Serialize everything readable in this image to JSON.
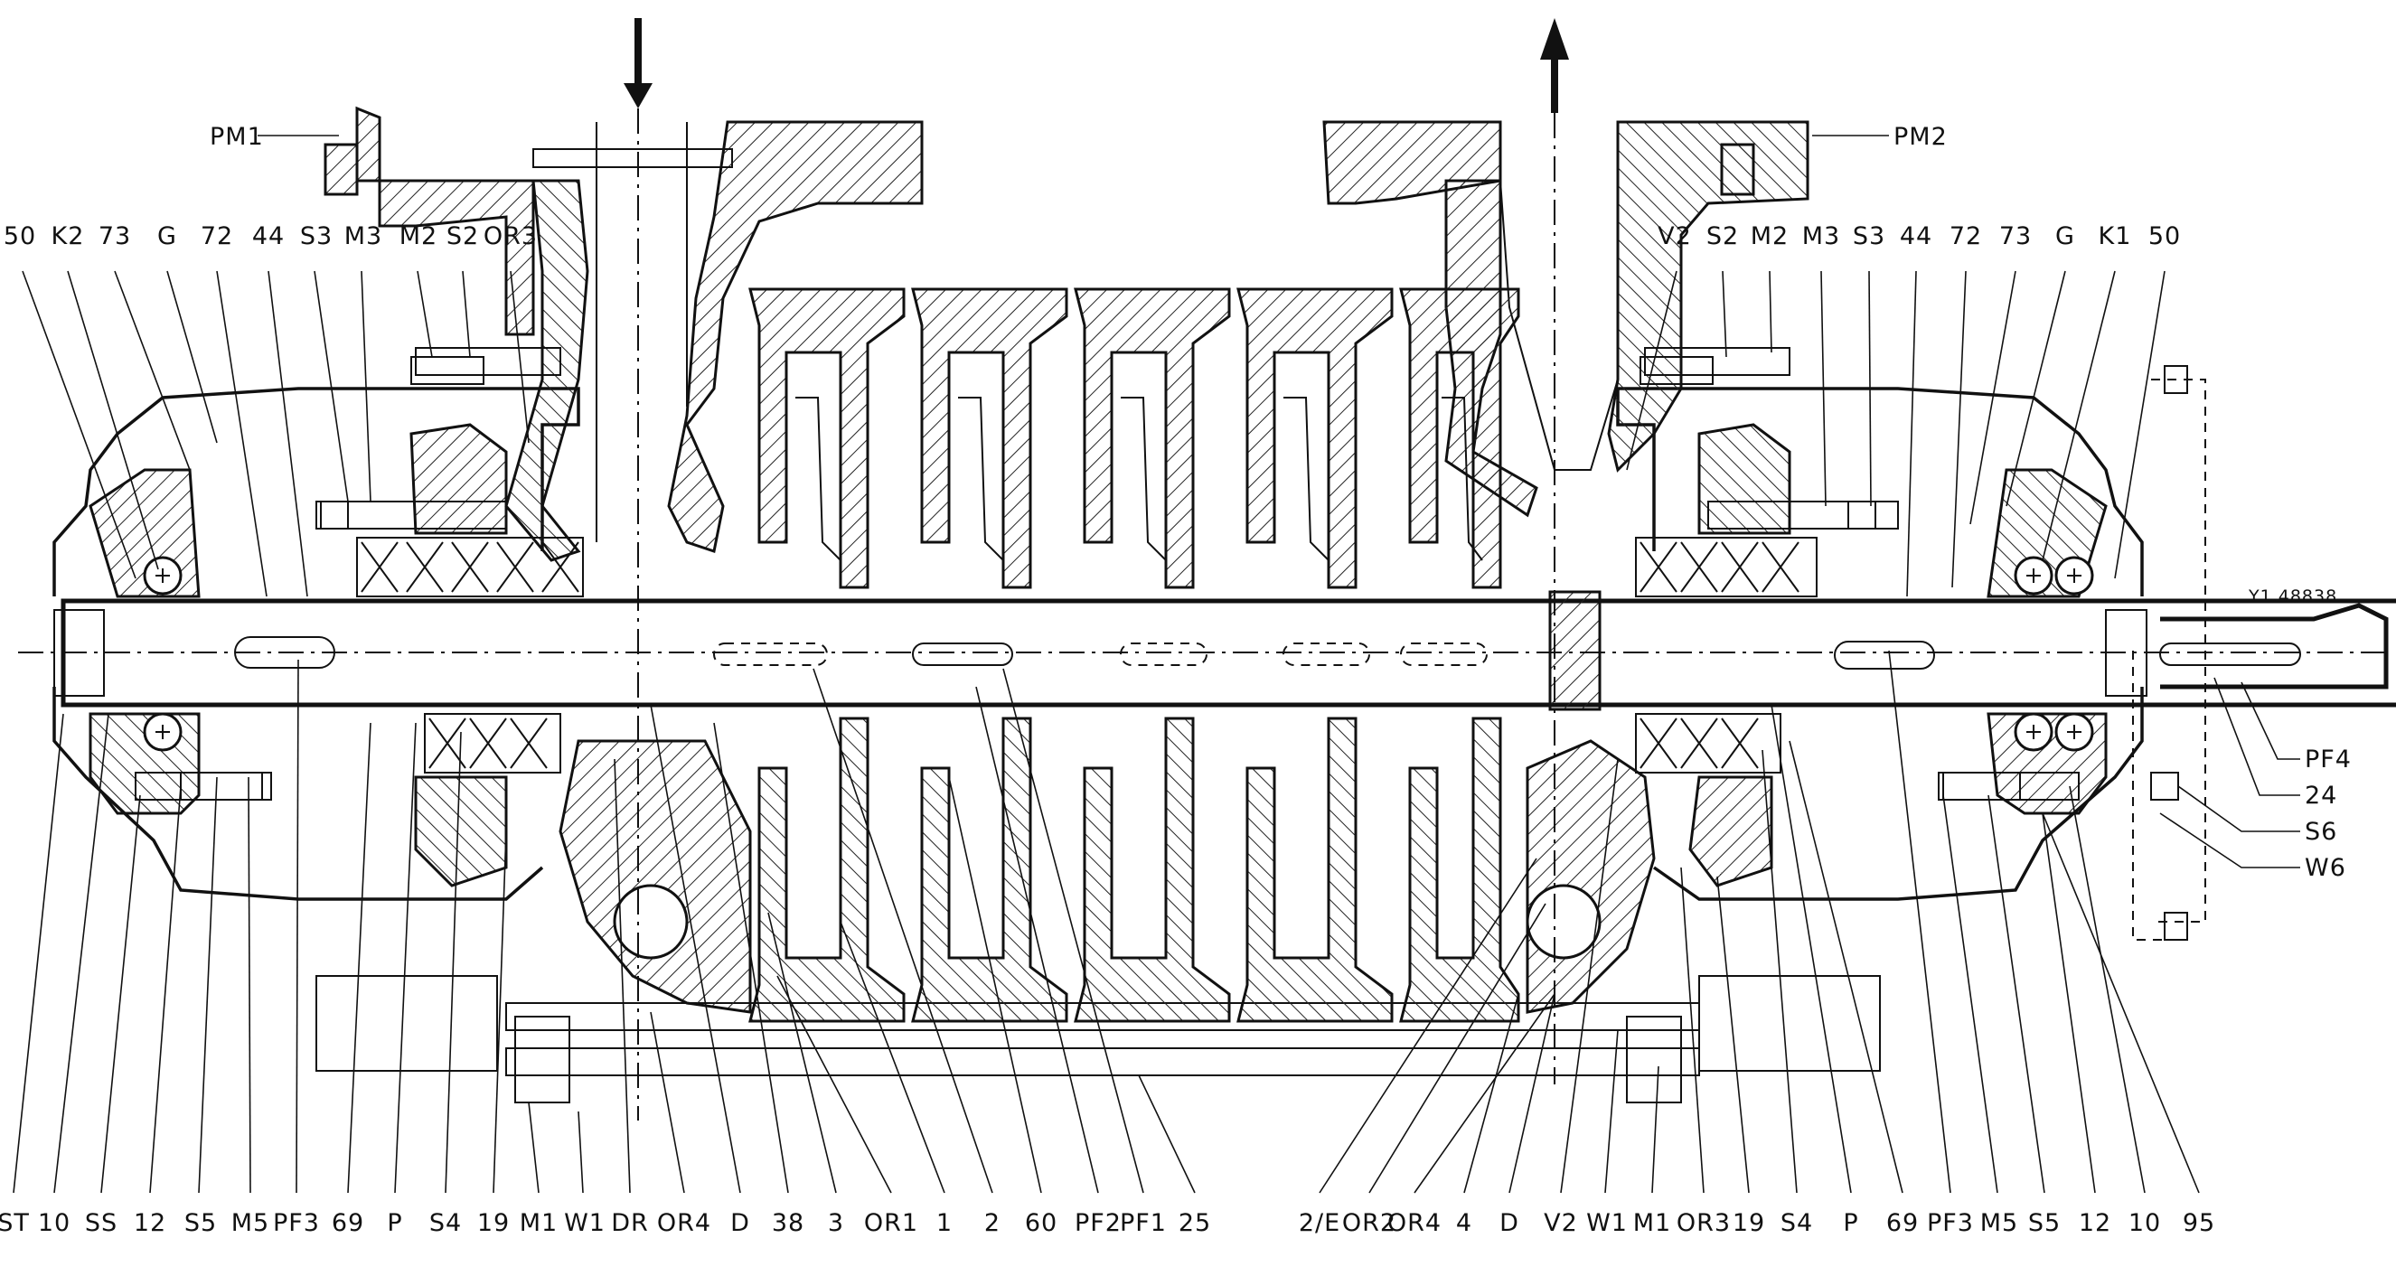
{
  "drawing_code": "Y1.48838",
  "top_labels": {
    "left": [
      "50",
      "K2",
      "73",
      "G",
      "72",
      "44",
      "S3",
      "M3",
      "M2",
      "S2",
      "OR3"
    ],
    "right": [
      "V2",
      "S2",
      "M2",
      "M3",
      "S3",
      "44",
      "72",
      "73",
      "G",
      "K1",
      "50"
    ],
    "pm_left": "PM1",
    "pm_right": "PM2"
  },
  "bottom_labels": {
    "left": [
      "ST",
      "10",
      "SS",
      "12",
      "S5",
      "M5",
      "PF3",
      "69",
      "P",
      "S4",
      "19",
      "M1",
      "W1",
      "DR",
      "OR4",
      "D",
      "38",
      "3",
      "OR1",
      "1",
      "2",
      "60",
      "PF2",
      "PF1",
      "25"
    ],
    "right": [
      "2/E",
      "OR2",
      "OR4",
      "4",
      "D",
      "V2",
      "W1",
      "M1",
      "OR3",
      "19",
      "S4",
      "P",
      "69",
      "PF3",
      "M5",
      "S5",
      "12",
      "10",
      "95"
    ]
  },
  "side_labels": [
    "PF4",
    "24",
    "S6",
    "W6"
  ]
}
